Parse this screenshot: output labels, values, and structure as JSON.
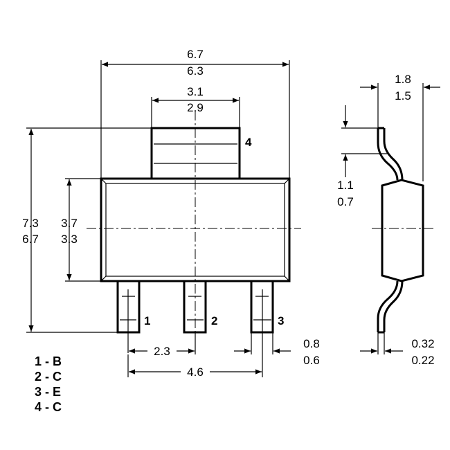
{
  "dimensions": {
    "body_width_max": "6.7",
    "body_width_min": "6.3",
    "tab_width_max": "3.1",
    "tab_width_min": "2.9",
    "overall_length_max": "7.3",
    "overall_length_min": "6.7",
    "body_length_max": "3.7",
    "body_length_min": "3.3",
    "pin_pitch": "2.3",
    "outer_pin_span": "4.6",
    "pin_width_max": "0.8",
    "pin_width_min": "0.6",
    "height_max": "1.8",
    "height_min": "1.5",
    "standoff_max": "1.1",
    "standoff_min": "0.7",
    "lead_thickness_max": "0.32",
    "lead_thickness_min": "0.22"
  },
  "pins": {
    "pin1": "1",
    "pin2": "2",
    "pin3": "3",
    "pin4": "4"
  },
  "legend": [
    "1 - B",
    "2 - C",
    "3 - E",
    "4 - C"
  ]
}
